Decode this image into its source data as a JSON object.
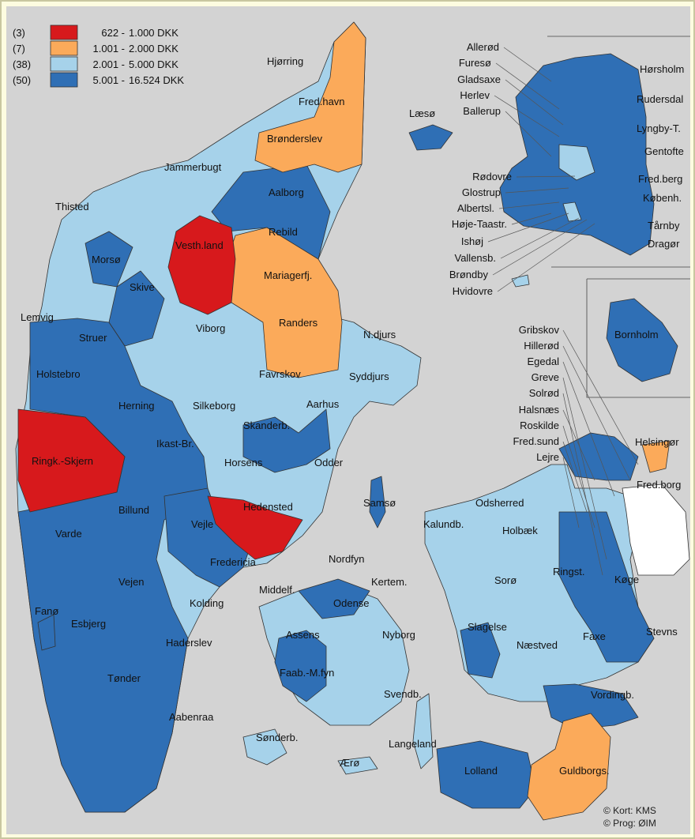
{
  "legend": [
    {
      "count": "(3)",
      "from": "622 -",
      "to": "1.000 DKK",
      "color": "#d7191c"
    },
    {
      "count": "(7)",
      "from": "1.001 -",
      "to": "2.000 DKK",
      "color": "#fbaa5a"
    },
    {
      "count": "(38)",
      "from": "2.001 -",
      "to": "5.000 DKK",
      "color": "#a6d2ea"
    },
    {
      "count": "(50)",
      "from": "5.001 -",
      "to": "16.524 DKK",
      "color": "#2f6fb5"
    }
  ],
  "colors": {
    "background": "#d3d3d3",
    "frame": "#fdfce0",
    "water": "#d3d3d3",
    "no_data": "#ffffff",
    "border": "#333333"
  },
  "labels": {
    "hjorring": "Hjørring",
    "fredhavn": "Fred.havn",
    "laeso": "Læsø",
    "bronderslev": "Brønderslev",
    "jammerbugt": "Jammerbugt",
    "thisted": "Thisted",
    "aalborg": "Aalborg",
    "rebild": "Rebild",
    "vesthland": "Vesth.land",
    "morso": "Morsø",
    "mariagerfj": "Mariagerfj.",
    "skive": "Skive",
    "lemvig": "Lemvig",
    "struer": "Struer",
    "viborg": "Viborg",
    "randers": "Randers",
    "ndjurs": "N.djurs",
    "holstebro": "Holstebro",
    "favrskov": "Favrskov",
    "syddjurs": "Syddjurs",
    "herning": "Herning",
    "silkeborg": "Silkeborg",
    "aarhus": "Aarhus",
    "skanderb": "Skanderb.",
    "ikastbr": "Ikast-Br.",
    "ringkskjern": "Ringk.-Skjern",
    "horsens": "Horsens",
    "odder": "Odder",
    "hedensted": "Hedensted",
    "samso": "Samsø",
    "billund": "Billund",
    "vejle": "Vejle",
    "varde": "Varde",
    "fredericia": "Fredericia",
    "nordfyn": "Nordfyn",
    "kertem": "Kertem.",
    "vejen": "Vejen",
    "middelf": "Middelf.",
    "odense": "Odense",
    "kolding": "Kolding",
    "fano": "Fanø",
    "esbjerg": "Esbjerg",
    "assens": "Assens",
    "nyborg": "Nyborg",
    "haderslev": "Haderslev",
    "faabmfyn": "Faab.-M.fyn",
    "tonder": "Tønder",
    "svendb": "Svendb.",
    "aabenraa": "Aabenraa",
    "sonderb": "Sønderb.",
    "langeland": "Langeland",
    "aero": "Ærø",
    "odsherred": "Odsherred",
    "kalundb": "Kalundb.",
    "holbaek": "Holbæk",
    "soro": "Sorø",
    "ringst": "Ringst.",
    "koge": "Køge",
    "slagelse": "Slagelse",
    "stevns": "Stevns",
    "faxe": "Faxe",
    "naestved": "Næstved",
    "vordingb": "Vordingb.",
    "lolland": "Lolland",
    "guldborgs": "Guldborgs.",
    "helsingor": "Helsingør",
    "fredborg": "Fred.borg",
    "bornholm": "Bornholm"
  },
  "inset_capital": {
    "left": [
      "Allerød",
      "Furesø",
      "Gladsaxe",
      "Herlev",
      "Ballerup",
      "Rødovre",
      "Glostrup",
      "Albertsl.",
      "Høje-Taastr.",
      "Ishøj",
      "Vallensb.",
      "Brøndby",
      "Hvidovre"
    ],
    "right": [
      "Hørsholm",
      "Rudersdal",
      "Lyngby-T.",
      "Gentofte",
      "Fred.berg",
      "Københ.",
      "Tårnby",
      "Dragør"
    ]
  },
  "inset_nsj": [
    "Gribskov",
    "Hillerød",
    "Egedal",
    "Greve",
    "Solrød",
    "Halsnæs",
    "Roskilde",
    "Fred.sund",
    "Lejre"
  ],
  "credits": {
    "line1": "© Kort: KMS",
    "line2": "© Prog: ØIM"
  }
}
